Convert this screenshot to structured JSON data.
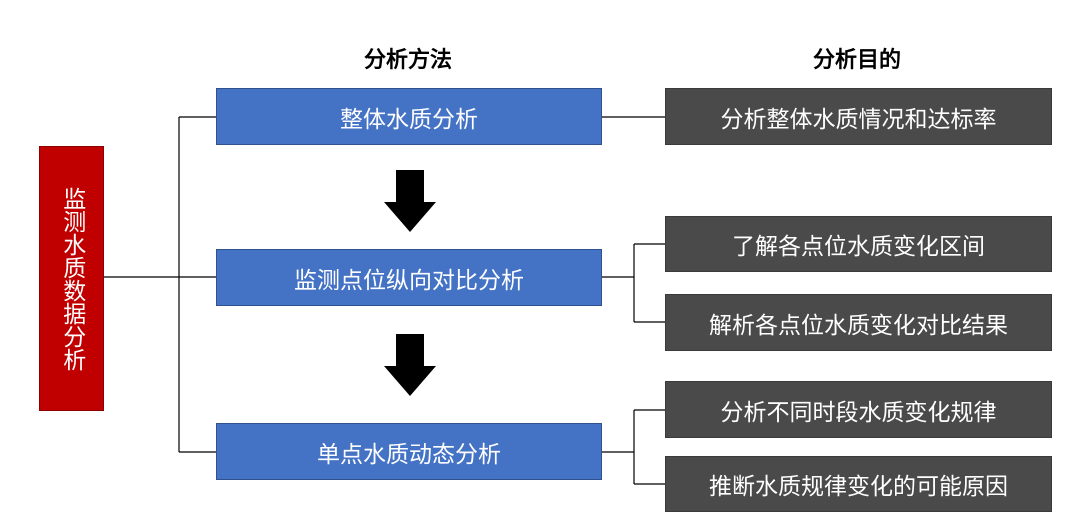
{
  "headers": {
    "methods": "分析方法",
    "purposes": "分析目的"
  },
  "main": {
    "label": "监测水质数据分析",
    "color": "#c00000"
  },
  "methods": [
    {
      "label": "整体水质分析"
    },
    {
      "label": "监测点位纵向对比分析"
    },
    {
      "label": "单点水质动态分析"
    }
  ],
  "purposes": [
    {
      "label": "分析整体水质情况和达标率"
    },
    {
      "label": "了解各点位水质变化区间"
    },
    {
      "label": "解析各点位水质变化对比结果"
    },
    {
      "label": "分析不同时段水质变化规律"
    },
    {
      "label": "推断水质规律变化的可能原因"
    }
  ],
  "colors": {
    "method_box": "#4472c4",
    "purpose_box": "#4a4a4a",
    "arrow": "#000000"
  }
}
